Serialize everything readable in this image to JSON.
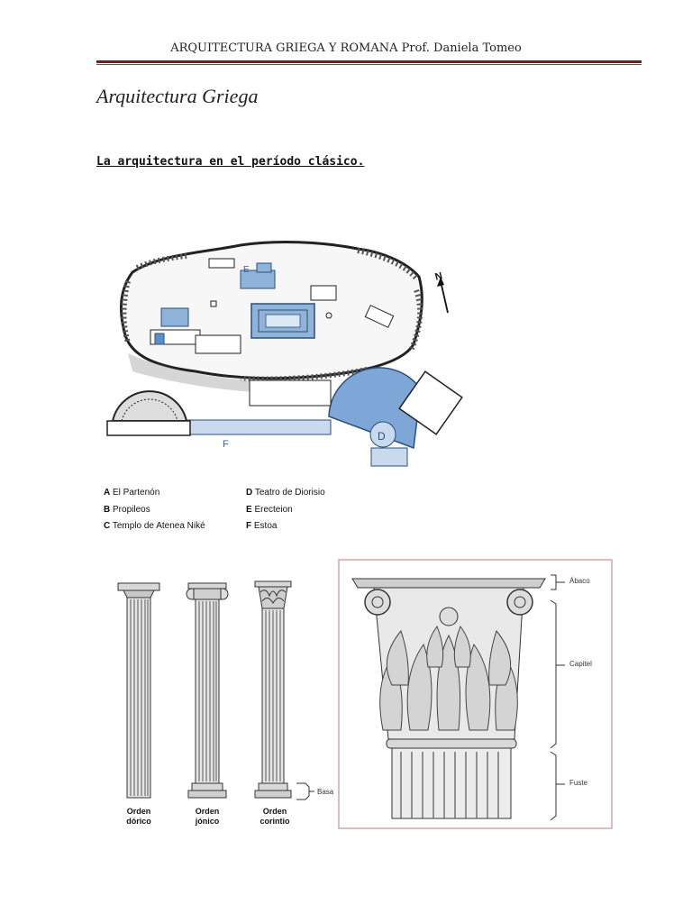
{
  "header": {
    "text": "ARQUITECTURA GRIEGA Y ROMANA Prof. Daniela Tomeo"
  },
  "page_title": "Arquitectura Griega",
  "section_title": "La arquitectura en el período clásico.",
  "map": {
    "labels": {
      "E": "E",
      "F": "F",
      "D": "D",
      "N": "N"
    },
    "legend_left": [
      {
        "key": "A",
        "text": " El Partenón"
      },
      {
        "key": "B",
        "text": " Propileos"
      },
      {
        "key": "C",
        "text": " Templo de Atenea Niké"
      }
    ],
    "legend_right": [
      {
        "key": "D",
        "text": " Teatro de Diorisio"
      },
      {
        "key": "E",
        "text": " Erecteion"
      },
      {
        "key": "F",
        "text": " Estoa"
      }
    ]
  },
  "orders": {
    "doric": {
      "line1": "Orden",
      "line2": "dórico"
    },
    "ionic": {
      "line1": "Orden",
      "line2": "jónico"
    },
    "corinthian": {
      "line1": "Orden",
      "line2": "corintio"
    },
    "base_label": "Basa"
  },
  "capital": {
    "abaco": "Ábaco",
    "capitel": "Capitel",
    "fuste": "Fuste"
  }
}
